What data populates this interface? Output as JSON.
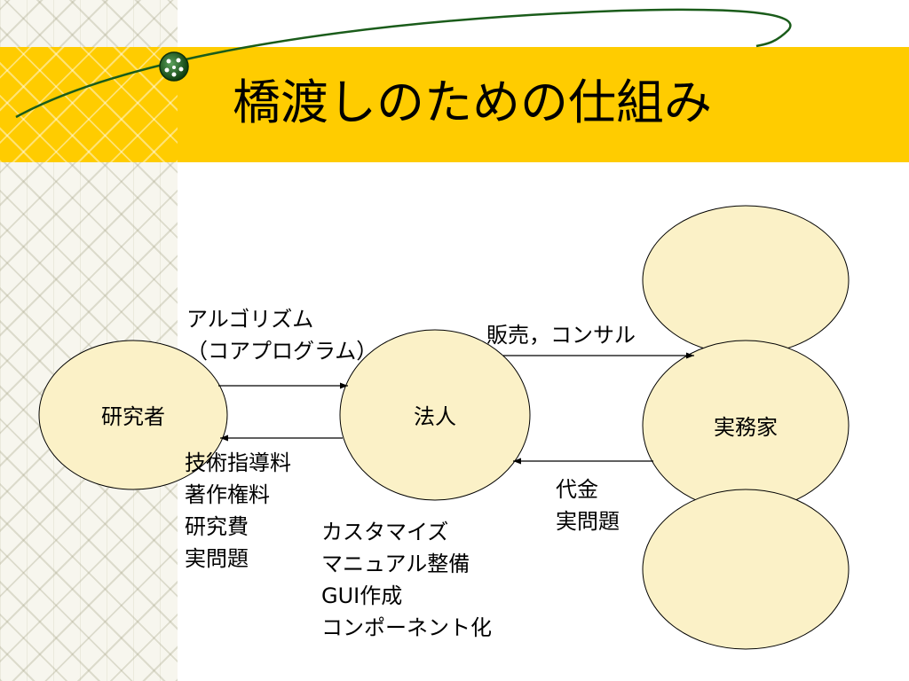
{
  "slide": {
    "title": "橋渡しのための仕組み"
  },
  "nodes": {
    "researcher": "研究者",
    "corporation": "法人",
    "practitioner": "実務家"
  },
  "labels": {
    "algorithm": [
      "アルゴリズム",
      "（コアプログラム）"
    ],
    "sales": "販売，コンサル",
    "researcher_returns": [
      "技術指導料",
      "著作権料",
      "研究費",
      "実問題"
    ],
    "corporation_work": [
      "カスタマイズ",
      "マニュアル整備",
      "GUI作成",
      "コンポーネント化"
    ],
    "payment": [
      "代金",
      "実問題"
    ]
  },
  "colors": {
    "band": "#ffcc00",
    "node_fill": "#fbf1c7",
    "curve": "#1a5c1a"
  }
}
